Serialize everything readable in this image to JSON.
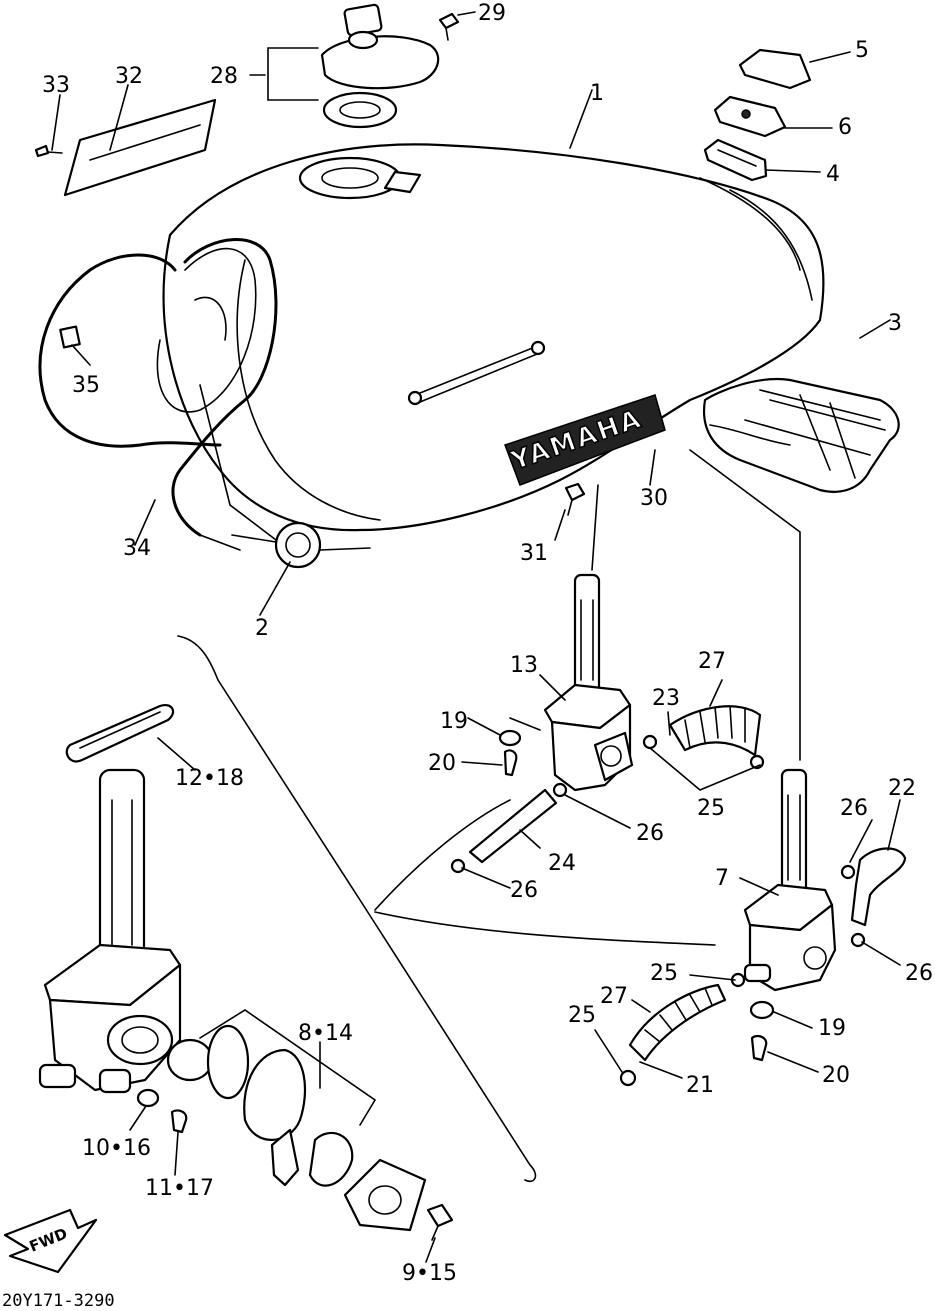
{
  "diagram": {
    "callouts": [
      {
        "key": "c1",
        "text": "1"
      },
      {
        "key": "c2",
        "text": "2"
      },
      {
        "key": "c3",
        "text": "3"
      },
      {
        "key": "c4",
        "text": "4"
      },
      {
        "key": "c5",
        "text": "5"
      },
      {
        "key": "c6",
        "text": "6"
      },
      {
        "key": "c7",
        "text": "7"
      },
      {
        "key": "c8_14",
        "text": "8•14"
      },
      {
        "key": "c9_15",
        "text": "9•15"
      },
      {
        "key": "c10_16",
        "text": "10•16"
      },
      {
        "key": "c11_17",
        "text": "11•17"
      },
      {
        "key": "c12_18",
        "text": "12•18"
      },
      {
        "key": "c13",
        "text": "13"
      },
      {
        "key": "c19a",
        "text": "19"
      },
      {
        "key": "c19b",
        "text": "19"
      },
      {
        "key": "c20a",
        "text": "20"
      },
      {
        "key": "c20b",
        "text": "20"
      },
      {
        "key": "c21",
        "text": "21"
      },
      {
        "key": "c22",
        "text": "22"
      },
      {
        "key": "c23",
        "text": "23"
      },
      {
        "key": "c24",
        "text": "24"
      },
      {
        "key": "c25a",
        "text": "25"
      },
      {
        "key": "c25b",
        "text": "25"
      },
      {
        "key": "c25c",
        "text": "25"
      },
      {
        "key": "c26a",
        "text": "26"
      },
      {
        "key": "c26b",
        "text": "26"
      },
      {
        "key": "c26c",
        "text": "26"
      },
      {
        "key": "c26d",
        "text": "26"
      },
      {
        "key": "c27a",
        "text": "27"
      },
      {
        "key": "c27b",
        "text": "27"
      },
      {
        "key": "c28",
        "text": "28"
      },
      {
        "key": "c29",
        "text": "29"
      },
      {
        "key": "c30",
        "text": "30"
      },
      {
        "key": "c31",
        "text": "31"
      },
      {
        "key": "c32",
        "text": "32"
      },
      {
        "key": "c33",
        "text": "33"
      },
      {
        "key": "c34",
        "text": "34"
      },
      {
        "key": "c35",
        "text": "35"
      }
    ],
    "emblem_text": "YAMAHA",
    "fwd_text": "FWD",
    "drawing_code": "20Y171-3290"
  }
}
